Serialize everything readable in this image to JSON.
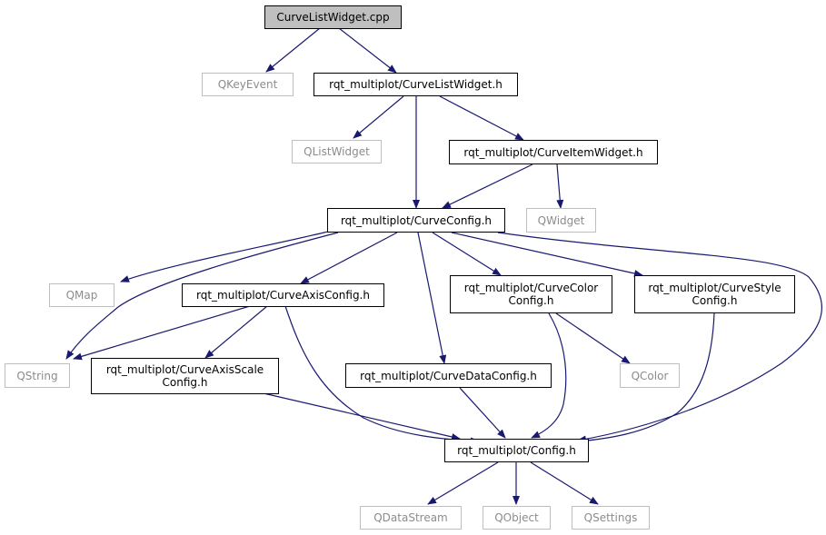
{
  "colors": {
    "edge": "#191970",
    "local_border": "#000000",
    "external_border": "#bfbfbf",
    "external_text": "#8c8c8c",
    "root_fill": "#bfbfbf"
  },
  "nodes": {
    "curvelistwidget_cpp": "CurveListWidget.cpp",
    "qkeyevent": "QKeyEvent",
    "curvelistwidget_h": "rqt_multiplot/CurveListWidget.h",
    "qlistwidget": "QListWidget",
    "curveitemwidget_h": "rqt_multiplot/CurveItemWidget.h",
    "curveconfig_h": "rqt_multiplot/CurveConfig.h",
    "qwidget": "QWidget",
    "qmap": "QMap",
    "curveaxisconfig_h": "rqt_multiplot/CurveAxisConfig.h",
    "curvecolorconfig_h": {
      "line1": "rqt_multiplot/CurveColor",
      "line2": "Config.h"
    },
    "curvestyleconfig_h": {
      "line1": "rqt_multiplot/CurveStyle",
      "line2": "Config.h"
    },
    "qstring": "QString",
    "curveaxisscaleconfig_h": {
      "line1": "rqt_multiplot/CurveAxisScale",
      "line2": "Config.h"
    },
    "curvedataconfig_h": "rqt_multiplot/CurveDataConfig.h",
    "qcolor": "QColor",
    "config_h": "rqt_multiplot/Config.h",
    "qdatastream": "QDataStream",
    "qobject": "QObject",
    "qsettings": "QSettings"
  }
}
